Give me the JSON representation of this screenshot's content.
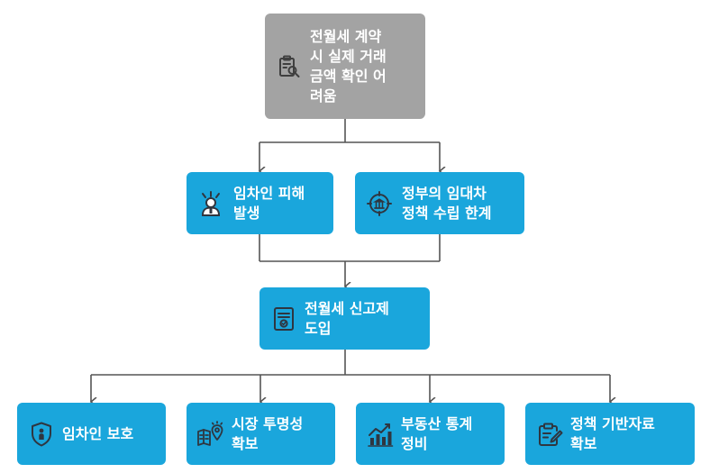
{
  "diagram": {
    "root": {
      "label": "전월세 계약\n시 실제 거래\n금액 확인 어\n려움",
      "icon": "clipboard-search-icon"
    },
    "causes": [
      {
        "label": "임차인 피해\n발생",
        "icon": "stressed-person-icon"
      },
      {
        "label": "정부의 임대차\n정책 수립 한계",
        "icon": "government-target-icon"
      }
    ],
    "solution": {
      "label": "전월세 신고제\n도입",
      "icon": "document-check-icon"
    },
    "effects": [
      {
        "label": "임차인 보호",
        "icon": "shield-person-icon"
      },
      {
        "label": "시장 투명성\n확보",
        "icon": "map-pin-icon"
      },
      {
        "label": "부동산 통계\n정비",
        "icon": "bar-chart-icon"
      },
      {
        "label": "정책 기반자료\n확보",
        "icon": "clipboard-edit-icon"
      }
    ],
    "colors": {
      "root": "#a3a3a3",
      "node": "#1aa6dc",
      "line": "#555555"
    }
  }
}
